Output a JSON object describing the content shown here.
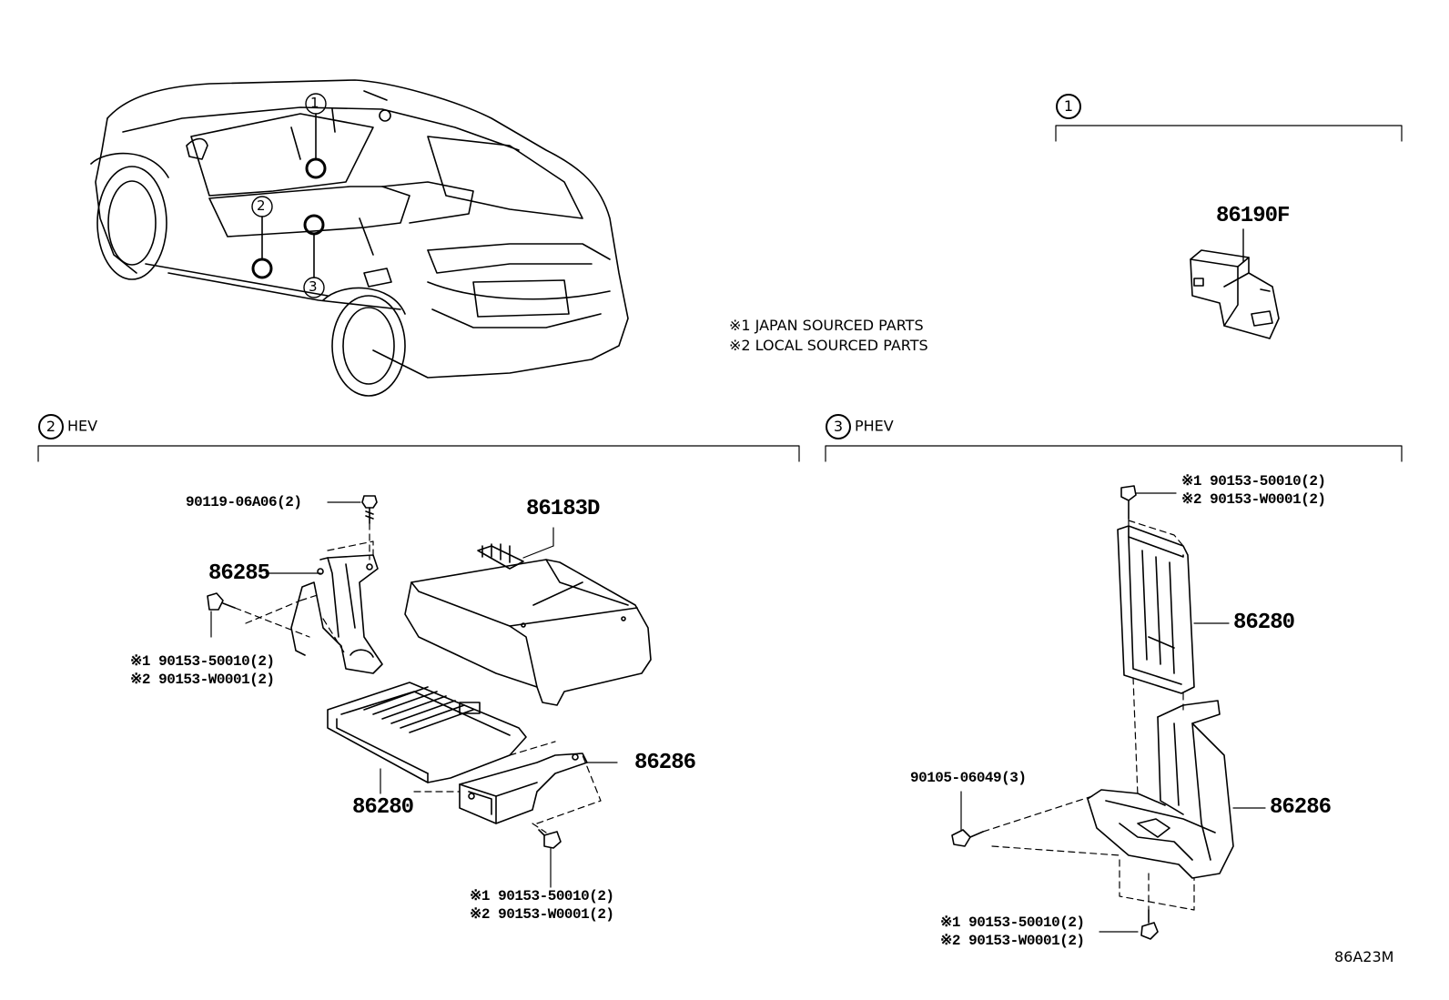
{
  "notes": [
    "※1 JAPAN SOURCED PARTS",
    "※2 LOCAL SOURCED PARTS"
  ],
  "car_callouts": [
    "1",
    "2",
    "3"
  ],
  "sections": {
    "s1": {
      "num": "1",
      "title": ""
    },
    "s2": {
      "num": "2",
      "title": "HEV"
    },
    "s3": {
      "num": "3",
      "title": "PHEV"
    }
  },
  "parts": {
    "p86190F": "86190F",
    "hev_bolt_top": "90119-06A06(2)",
    "hev_86285": "86285",
    "hev_86183D": "86183D",
    "hev_left_b1": "※1 90153-50010(2)",
    "hev_left_b2": "※2 90153-W0001(2)",
    "hev_86280": "86280",
    "hev_86286": "86286",
    "hev_bot_b1": "※1 90153-50010(2)",
    "hev_bot_b2": "※2 90153-W0001(2)",
    "phev_top_b1": "※1 90153-50010(2)",
    "phev_top_b2": "※2 90153-W0001(2)",
    "phev_86280": "86280",
    "phev_bolt_left": "90105-06049(3)",
    "phev_86286": "86286",
    "phev_bot_b1": "※1 90153-50010(2)",
    "phev_bot_b2": "※2 90153-W0001(2)"
  },
  "diagram_code": "86A23M"
}
